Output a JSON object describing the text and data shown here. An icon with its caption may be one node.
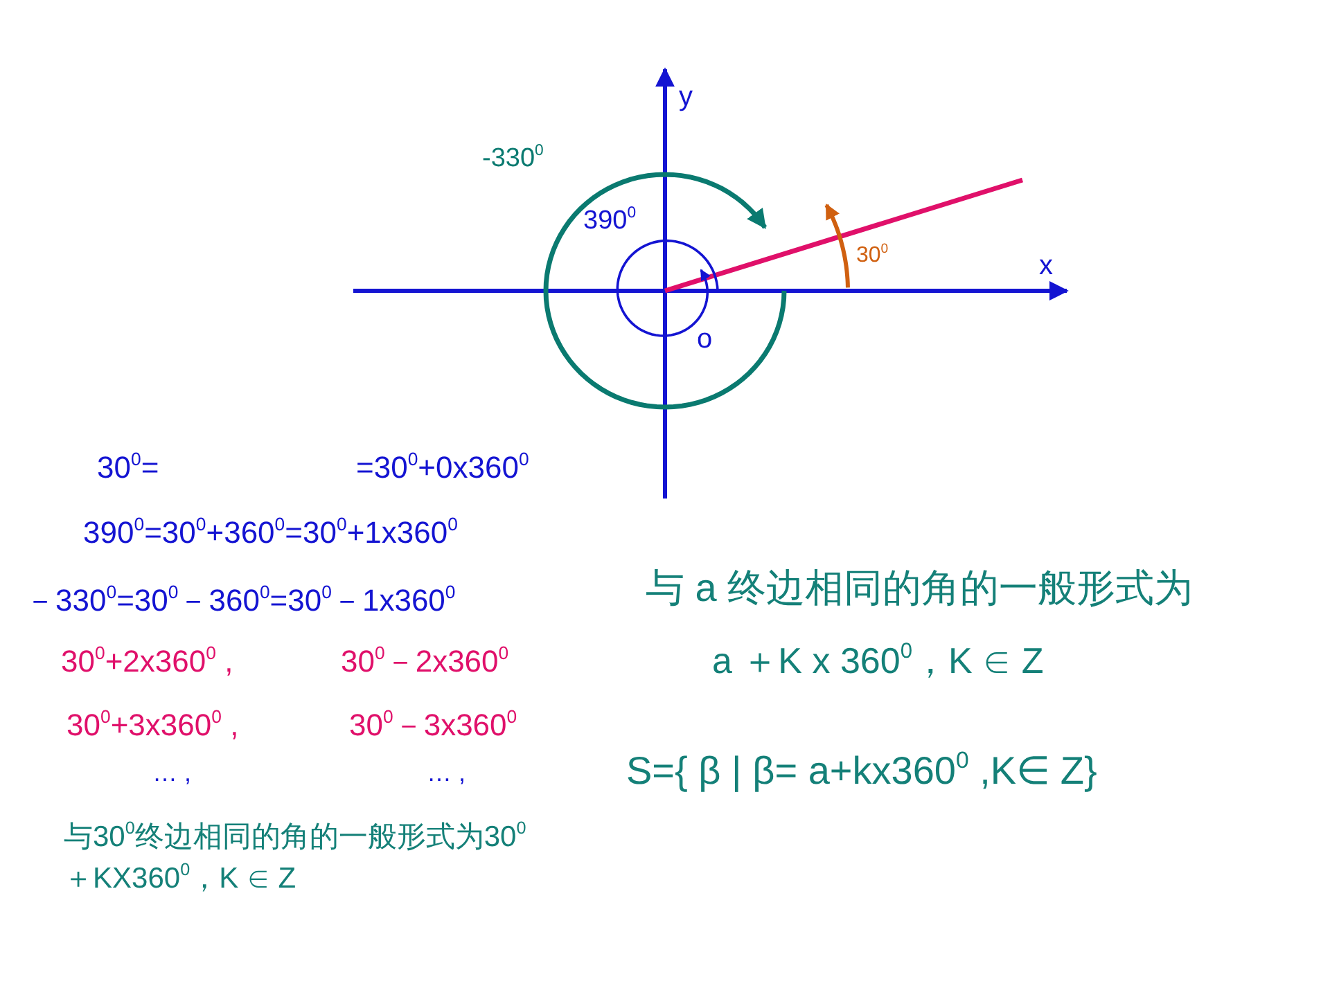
{
  "diagram": {
    "labels": [
      "y",
      "-330$^{0}$",
      "390$^{0}$",
      "30$^{0}$",
      "x",
      "o",
      "30$^{0}$=",
      "=30$^{0}$+0x360$^{0}$",
      "390$^{0}$=30$^{0}$+360$^{0}$=30$^{0}$+1x360$^{0}$",
      "－330$^{0}$=30$^{0}$－360$^{0}$=30$^{0}$－1x360$^{0}$",
      "30$^{0}$+2x360$^{0}$ ,",
      "30$^{0}$－2x360$^{0}$",
      "30$^{0}$+3x360$^{0}$ ,",
      "30$^{0}$－3x360$^{0}$",
      "… ,",
      "… ,",
      "与30$^{0}$终边相同的角的一般形式为30$^{0}$＋KX360$^{0}$，K ∈ Z",
      "与 a 终边相同的角的一般形式为",
      "a ＋K x 360$^{0}$，K ∈ Z",
      "S={ β | β=   a+kx360$^{0}$ ,K∈ Z}"
    ]
  }
}
